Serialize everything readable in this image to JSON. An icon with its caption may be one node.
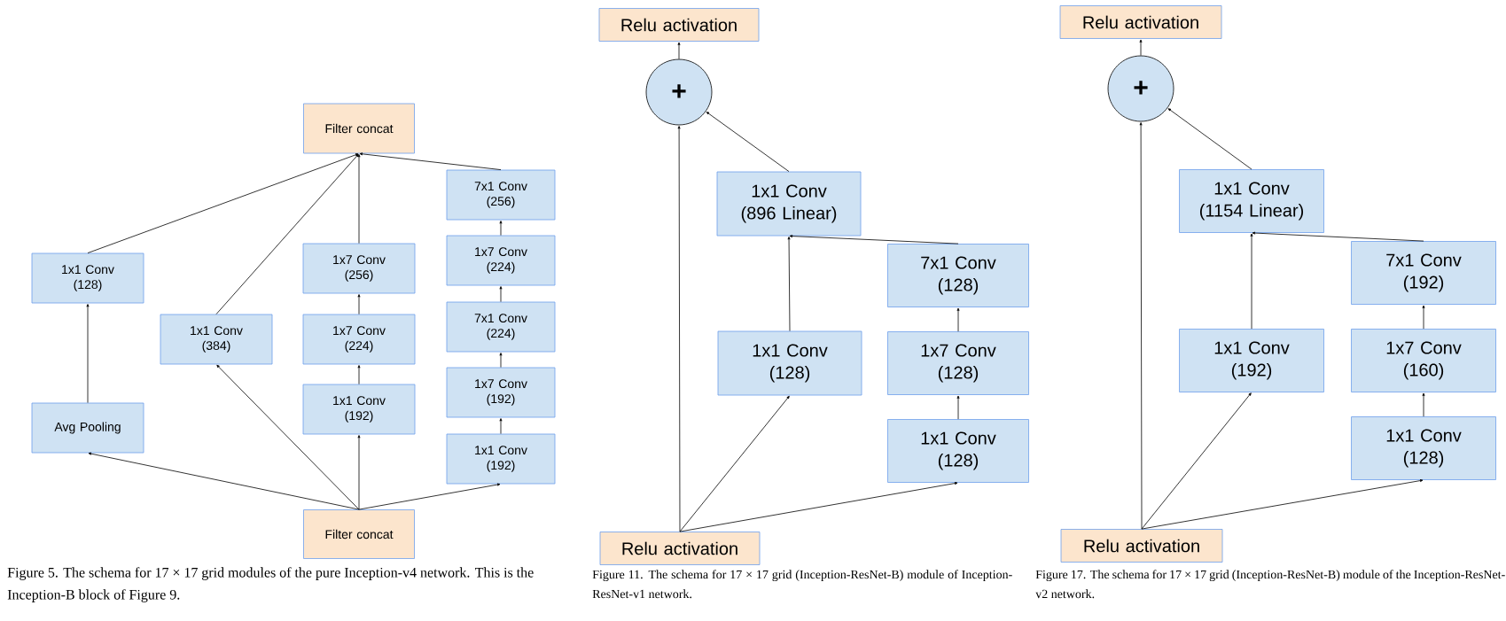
{
  "diagram": {
    "nodes": [
      {
        "text": [
          "Filter concat"
        ]
      },
      {
        "text": [
          "1x1 Conv (128)"
        ]
      },
      {
        "text": [
          "Avg Pooling"
        ]
      },
      {
        "text": [
          "1x1 Conv (384)"
        ]
      },
      {
        "text": [
          "1x7 Conv (256)"
        ]
      },
      {
        "text": [
          "1x7 Conv (224)"
        ]
      },
      {
        "text": [
          "1x1 Conv (192)"
        ]
      },
      {
        "text": [
          "7x1 Conv (256)"
        ]
      },
      {
        "text": [
          "1x7 Conv (224)"
        ]
      },
      {
        "text": [
          "7x1 Conv (224)"
        ]
      },
      {
        "text": [
          "1x7 Conv (192)"
        ]
      },
      {
        "text": [
          "1x1 Conv (192)"
        ]
      },
      {
        "text": [
          "Filter concat"
        ]
      },
      {
        "text": [
          "Relu activation"
        ]
      },
      {
        "text": [
          "+"
        ]
      },
      {
        "text": [
          "1x1 Conv (896 Linear)"
        ]
      },
      {
        "text": [
          "7x1 Conv (128)"
        ]
      },
      {
        "text": [
          "1x1 Conv (128)"
        ]
      },
      {
        "text": [
          "1x7 Conv (128)"
        ]
      },
      {
        "text": [
          "1x1 Conv (128)"
        ]
      },
      {
        "text": [
          "Relu activation"
        ]
      },
      {
        "text": [
          "Relu activation"
        ]
      },
      {
        "text": [
          "+"
        ]
      },
      {
        "text": [
          "1x1 Conv (1154 Linear)"
        ]
      },
      {
        "text": [
          "7x1 Conv (192)"
        ]
      },
      {
        "text": [
          "1x1 Conv (192)"
        ]
      },
      {
        "text": [
          "1x7 Conv (160)"
        ]
      },
      {
        "text": [
          "1x1 Conv (128)"
        ]
      },
      {
        "text": [
          "Relu activation"
        ]
      }
    ],
    "edges": [
      {
        "from": 12,
        "to": 2,
        "arrow": "to"
      },
      {
        "from": 12,
        "to": 3,
        "arrow": "to"
      },
      {
        "from": 12,
        "to": 6,
        "arrow": "to"
      },
      {
        "from": 12,
        "to": 11,
        "arrow": "to"
      },
      {
        "from": 2,
        "to": 1,
        "arrow": "to"
      },
      {
        "from": 1,
        "to": 0,
        "arrow": "to"
      },
      {
        "from": 3,
        "to": 0,
        "arrow": "to"
      },
      {
        "from": 6,
        "to": 5,
        "arrow": "to"
      },
      {
        "from": 5,
        "to": 4,
        "arrow": "to"
      },
      {
        "from": 4,
        "to": 0,
        "arrow": "to"
      },
      {
        "from": 11,
        "to": 10,
        "arrow": "to"
      },
      {
        "from": 10,
        "to": 9,
        "arrow": "to"
      },
      {
        "from": 9,
        "to": 8,
        "arrow": "to"
      },
      {
        "from": 8,
        "to": 7,
        "arrow": "to"
      },
      {
        "from": 7,
        "to": 0,
        "arrow": "to"
      },
      {
        "from": 20,
        "to": 14,
        "arrow": "to"
      },
      {
        "from": 20,
        "to": 17,
        "arrow": "to"
      },
      {
        "from": 20,
        "to": 19,
        "arrow": "to"
      },
      {
        "from": 19,
        "to": 18,
        "arrow": "to"
      },
      {
        "from": 18,
        "to": 16,
        "arrow": "to"
      },
      {
        "from": 16,
        "to": 15,
        "arrow": "to"
      },
      {
        "from": 17,
        "to": 15,
        "arrow": "to"
      },
      {
        "from": 15,
        "to": 14,
        "arrow": "to"
      },
      {
        "from": 14,
        "to": 13,
        "arrow": "to"
      },
      {
        "from": 28,
        "to": 22,
        "arrow": "to"
      },
      {
        "from": 28,
        "to": 25,
        "arrow": "to"
      },
      {
        "from": 28,
        "to": 27,
        "arrow": "to"
      },
      {
        "from": 27,
        "to": 26,
        "arrow": "to"
      },
      {
        "from": 26,
        "to": 24,
        "arrow": "to"
      },
      {
        "from": 24,
        "to": 23,
        "arrow": "to"
      },
      {
        "from": 25,
        "to": 23,
        "arrow": "to"
      },
      {
        "from": 23,
        "to": 22,
        "arrow": "to"
      },
      {
        "from": 22,
        "to": 21,
        "arrow": "to"
      }
    ],
    "labels": [
      "Figure 5. The schema for 17 × 17 grid modules of the pure Inception-v4 network. This is the Inception-B block of Figure 9.",
      "Figure 11. The schema for 17 × 17 grid (Inception-ResNet-B) module of Inception-ResNet-v1 network.",
      "Figure 17. The schema for 17 × 17 grid (Inception-ResNet-B) module of the Inception-ResNet-v2 network."
    ]
  }
}
